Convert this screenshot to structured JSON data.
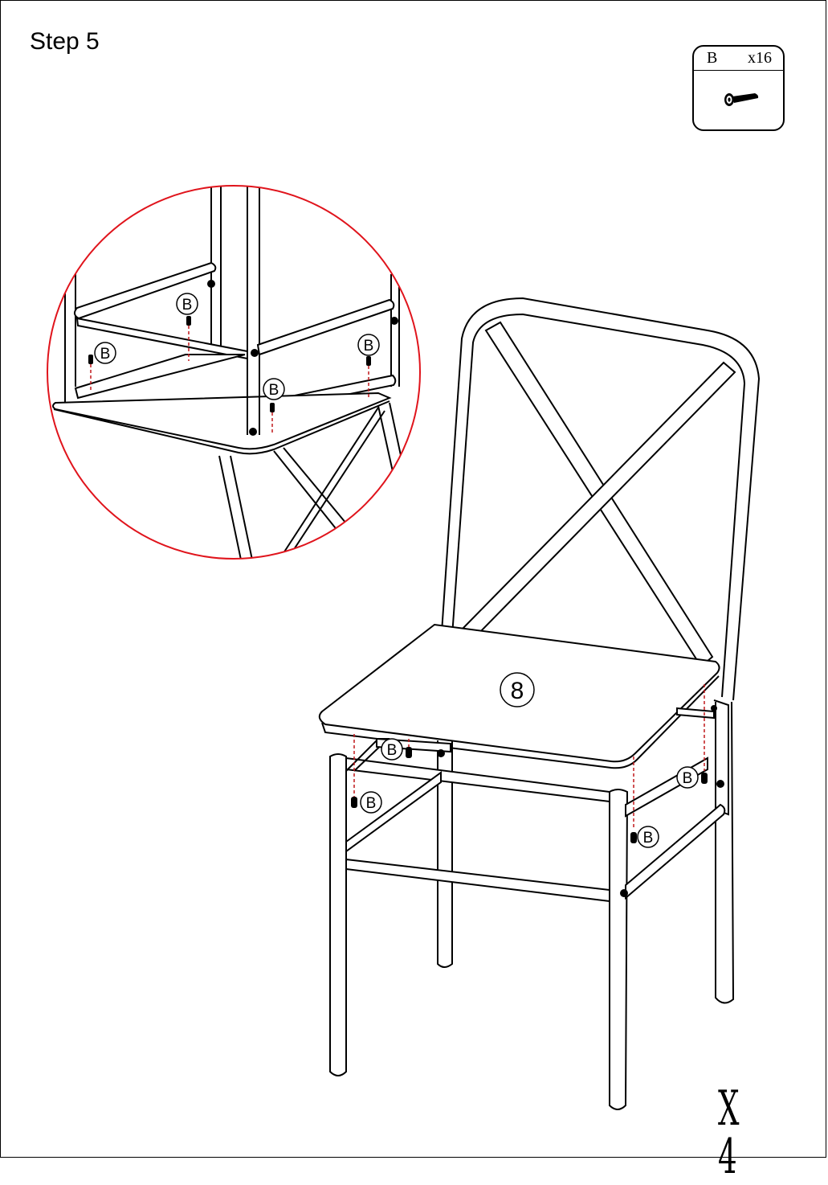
{
  "step": {
    "title": "Step 5"
  },
  "parts": {
    "letter": "B",
    "quantity": "x16",
    "icon": "screw-icon"
  },
  "seat": {
    "label": "8"
  },
  "screw_callouts": [
    "B",
    "B",
    "B",
    "B",
    "B",
    "B",
    "B",
    "B"
  ],
  "multiplier": "X 4",
  "colors": {
    "line": "#000000",
    "detail_circle": "#e0141c",
    "screw_guide": "#c0181c"
  }
}
